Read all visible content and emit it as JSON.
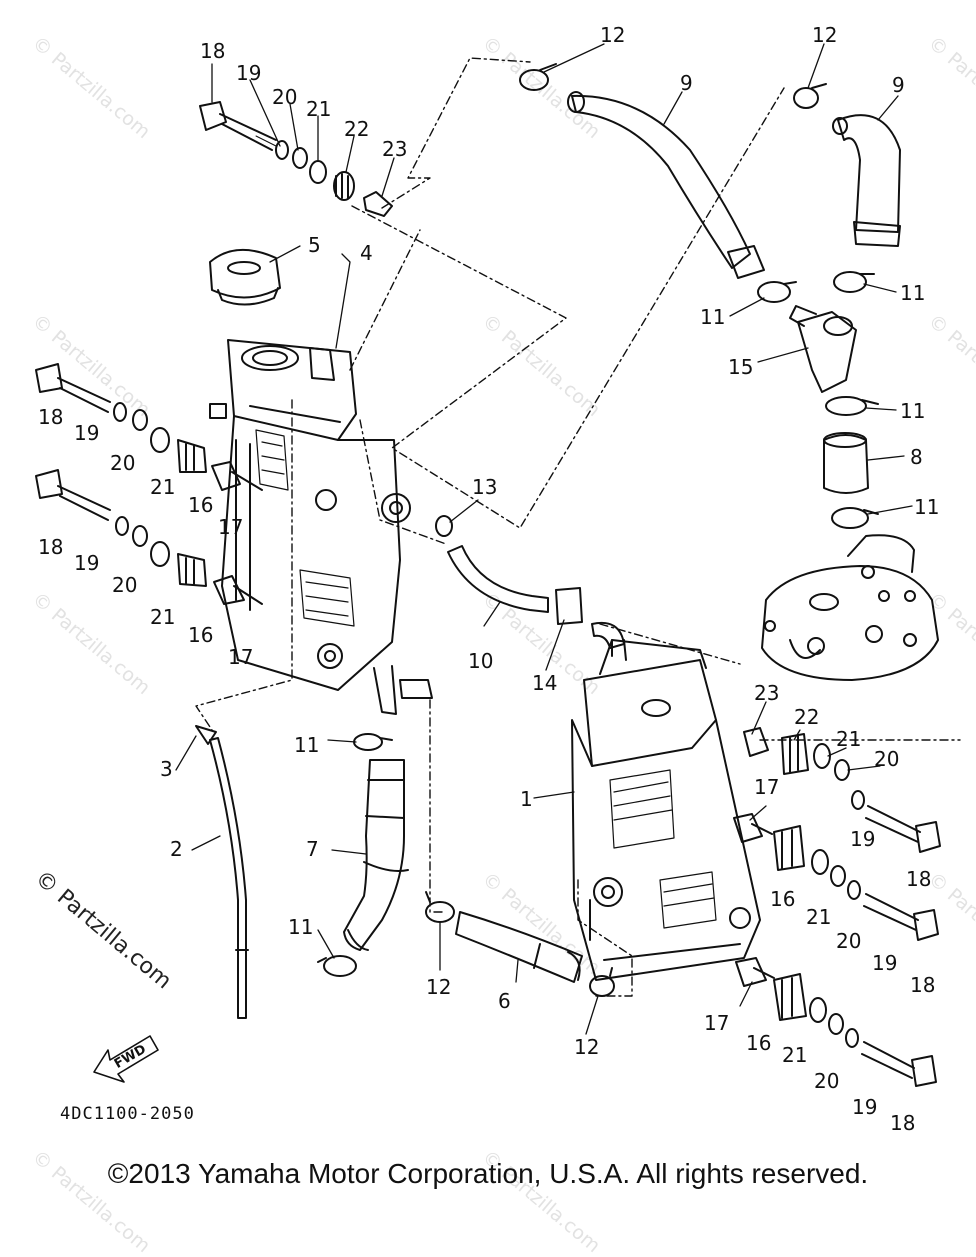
{
  "watermark": "© Partzilla.com",
  "diagram_code": "4DC1100-2050",
  "copyright": "©2013  Yamaha Motor Corporation, U.S.A. All rights reserved.",
  "fwd_label": "FWD",
  "callouts": {
    "c18a": "18",
    "c19a": "19",
    "c20a": "20",
    "c21a": "21",
    "c22a": "22",
    "c23a": "23",
    "c12a": "12",
    "c12b": "12",
    "c9a": "9",
    "c9b": "9",
    "c5": "5",
    "c4": "4",
    "c11a": "11",
    "c11b": "11",
    "c15": "15",
    "c11c": "11",
    "c8": "8",
    "c11d": "11",
    "c18b": "18",
    "c19b": "19",
    "c20b": "20",
    "c21b": "21",
    "c16b": "16",
    "c17b": "17",
    "c18c": "18",
    "c19c": "19",
    "c20c": "20",
    "c21c": "21",
    "c16c": "16",
    "c17c": "17",
    "c13": "13",
    "c10": "10",
    "c14": "14",
    "c3": "3",
    "c2": "2",
    "c11e": "11",
    "c7": "7",
    "c11f": "11",
    "c12c": "12",
    "c6": "6",
    "c12d": "12",
    "c1": "1",
    "c23b": "23",
    "c22b": "22",
    "c21d": "21",
    "c20d": "20",
    "c17d": "17",
    "c19d": "19",
    "c18d": "18",
    "c16d": "16",
    "c21e": "21",
    "c20e": "20",
    "c19e": "19",
    "c18e": "18",
    "c17e": "17",
    "c16e": "16",
    "c21f": "21",
    "c20f": "20",
    "c19f": "19",
    "c18f": "18"
  }
}
